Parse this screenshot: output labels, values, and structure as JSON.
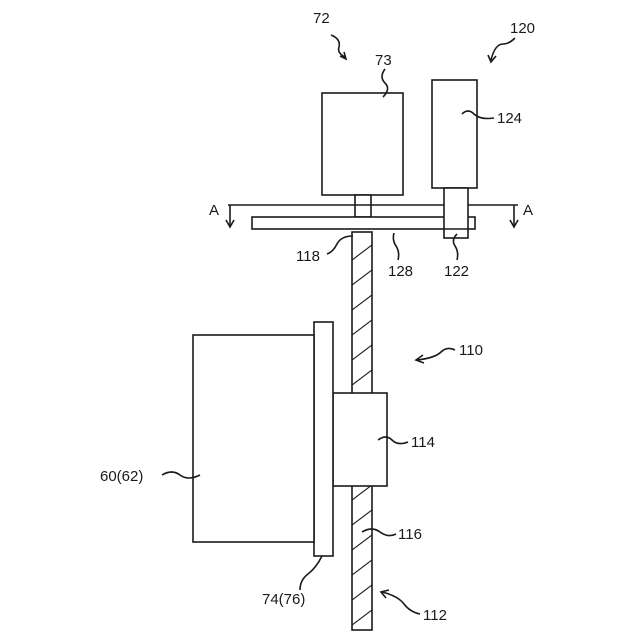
{
  "labels": {
    "l72": "72",
    "l73": "73",
    "l120": "120",
    "l124": "124",
    "lA_left": "A",
    "lA_right": "A",
    "l118": "118",
    "l128": "128",
    "l122": "122",
    "l110": "110",
    "l114": "114",
    "l6062": "60(62)",
    "l116": "116",
    "l7476": "74(76)",
    "l112": "112"
  },
  "colors": {
    "line": "#1a1a1a",
    "background": "#ffffff"
  }
}
